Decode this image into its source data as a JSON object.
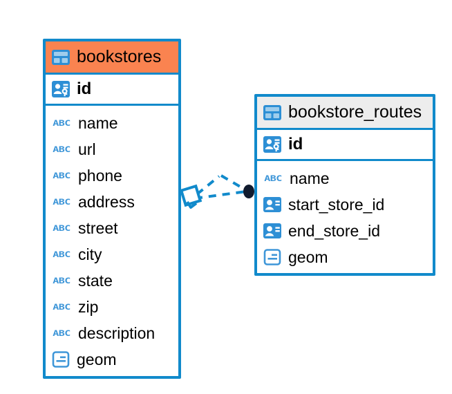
{
  "diagram": {
    "type": "entity-relationship-diagram",
    "colors": {
      "border": "#118ACB",
      "header_accent": "#FA8350",
      "header_plain": "#EDEDED",
      "icon_blue": "#3E96D8",
      "relation_line": "#118ACB",
      "relation_endpoint": "#111B2E"
    },
    "entities": [
      {
        "name": "bookstores",
        "header_style": "accent",
        "header_icon": "table-icon",
        "primary_key": {
          "label": "id",
          "icon": "primary-key-icon"
        },
        "fields": [
          {
            "label": "name",
            "icon": "abc-text-icon"
          },
          {
            "label": "url",
            "icon": "abc-text-icon"
          },
          {
            "label": "phone",
            "icon": "abc-text-icon"
          },
          {
            "label": "address",
            "icon": "abc-text-icon"
          },
          {
            "label": "street",
            "icon": "abc-text-icon"
          },
          {
            "label": "city",
            "icon": "abc-text-icon"
          },
          {
            "label": "state",
            "icon": "abc-text-icon"
          },
          {
            "label": "zip",
            "icon": "abc-text-icon"
          },
          {
            "label": "description",
            "icon": "abc-text-icon"
          },
          {
            "label": "geom",
            "icon": "geometry-icon"
          }
        ]
      },
      {
        "name": "bookstore_routes",
        "header_style": "plain",
        "header_icon": "table-icon",
        "primary_key": {
          "label": "id",
          "icon": "primary-key-icon"
        },
        "fields": [
          {
            "label": "name",
            "icon": "abc-text-icon"
          },
          {
            "label": "start_store_id",
            "icon": "foreign-key-icon"
          },
          {
            "label": "end_store_id",
            "icon": "foreign-key-icon"
          },
          {
            "label": "geom",
            "icon": "geometry-icon"
          }
        ]
      }
    ],
    "relationship": {
      "style": "dashed",
      "source_marker": "diamond-marker",
      "target_marker": "filled-circle-marker",
      "branch_count": 3
    },
    "icon_text": {
      "abc": "ABC"
    }
  }
}
